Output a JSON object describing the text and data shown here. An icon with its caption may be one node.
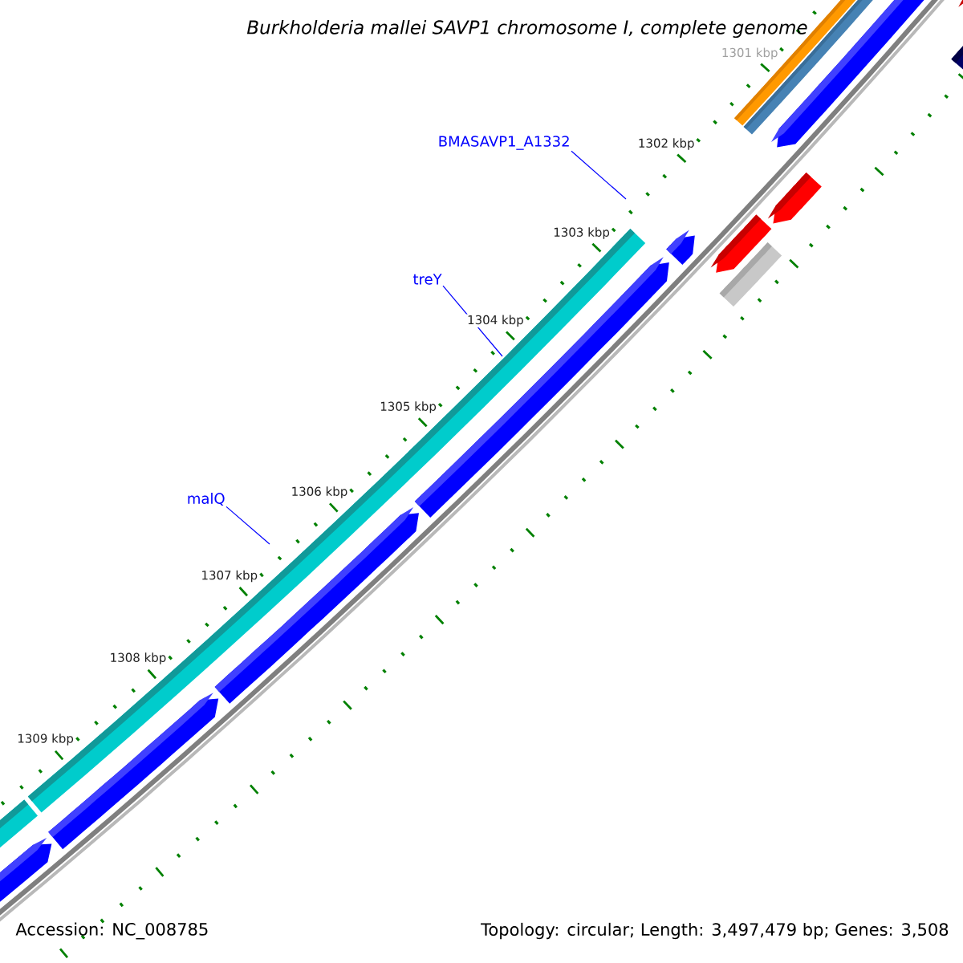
{
  "diagram": {
    "title": "Burkholderia mallei SAVP1 chromosome I, complete genome",
    "nodes": [
      {
        "text": [
          "BMASAVP1_A1332"
        ]
      },
      {
        "text": [
          "treY"
        ]
      },
      {
        "text": [
          "malQ"
        ]
      }
    ],
    "edges": [
      {
        "from": 0,
        "to": null,
        "arrow": "none"
      },
      {
        "from": 1,
        "to": null,
        "arrow": "none"
      },
      {
        "from": 2,
        "to": null,
        "arrow": "none"
      }
    ],
    "labels": [
      "1301 kbp",
      "1302 kbp",
      "1303 kbp",
      "1304 kbp",
      "1305 kbp",
      "1306 kbp",
      "1307 kbp",
      "1308 kbp",
      "1309 kbp",
      "Accession: NC_008785",
      "Topology: circular; Length: 3,497,479 bp; Genes: 3,508"
    ]
  }
}
